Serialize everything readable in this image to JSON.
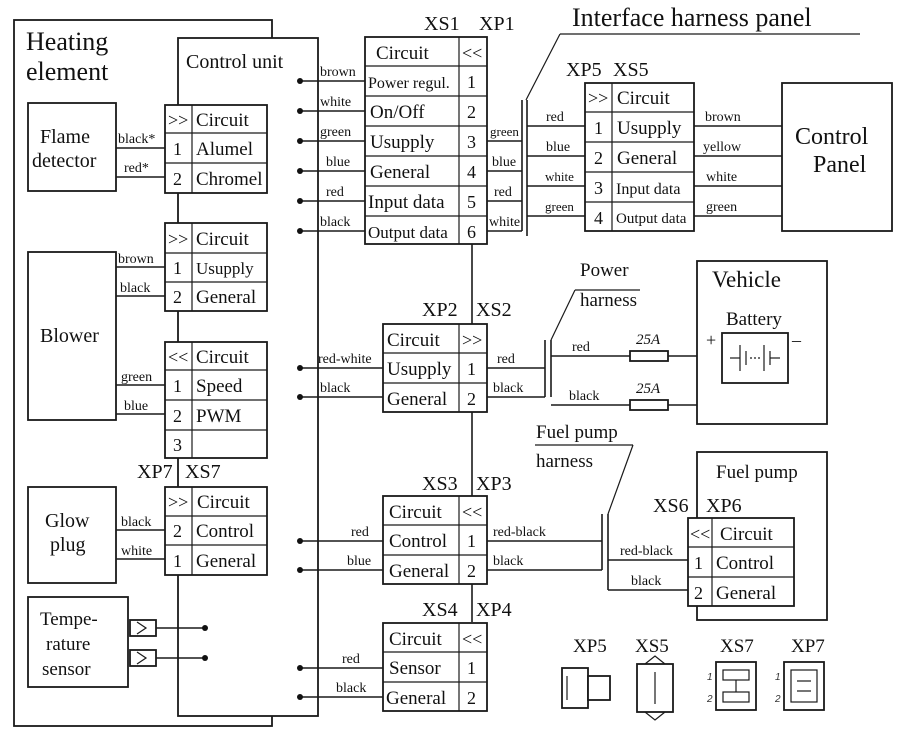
{
  "title": "Interface harness panel",
  "heating_element": {
    "line1": "Heating",
    "line2": "element"
  },
  "control_unit": "Control unit",
  "circuit": "Circuit",
  "xs1": "XS1",
  "xp1": "XP1",
  "xp5": "XP5",
  "xs5": "XS5",
  "xp2": "XP2",
  "xs2": "XS2",
  "xs3": "XS3",
  "xp3": "XP3",
  "xs4": "XS4",
  "xp4": "XP4",
  "xp7": "XP7",
  "xs7": "XS7",
  "xs6": "XS6",
  "xp6": "XP6",
  "xs1_rows": [
    {
      "label": "Power regul.",
      "pin": "1",
      "left": "brown",
      "right": ""
    },
    {
      "label": "On/Off",
      "pin": "2",
      "left": "white",
      "right": ""
    },
    {
      "label": "Usupply",
      "pin": "3",
      "left": "green",
      "right": "green"
    },
    {
      "label": "General",
      "pin": "4",
      "left": "blue",
      "right": "blue"
    },
    {
      "label": "Input data",
      "pin": "5",
      "left": "red",
      "right": "red"
    },
    {
      "label": "Output data",
      "pin": "6",
      "left": "black",
      "right": "white"
    }
  ],
  "xp5_rows": [
    {
      "pin": "1",
      "label": "Usupply",
      "left": "red",
      "right": "brown"
    },
    {
      "pin": "2",
      "label": "General",
      "left": "blue",
      "right": "yellow"
    },
    {
      "pin": "3",
      "label": "Input data",
      "left": "white",
      "right": "white"
    },
    {
      "pin": "4",
      "label": "Output data",
      "left": "green",
      "right": "green"
    }
  ],
  "control_panel": {
    "line1": "Control",
    "line2": "Panel"
  },
  "flame_detector": {
    "line1": "Flame",
    "line2": "detector"
  },
  "flame_rows": [
    {
      "pin": "1",
      "label": "Alumel",
      "wire": "black*"
    },
    {
      "pin": "2",
      "label": "Chromel",
      "wire": "red*"
    }
  ],
  "blower": "Blower",
  "blower_a_rows": [
    {
      "pin": "1",
      "label": "Usupply",
      "wire": "brown"
    },
    {
      "pin": "2",
      "label": "General",
      "wire": "black"
    }
  ],
  "blower_b_rows": [
    {
      "pin": "1",
      "label": "Speed",
      "wire": "green"
    },
    {
      "pin": "2",
      "label": "PWM",
      "wire": "blue"
    },
    {
      "pin": "3",
      "label": "",
      "wire": ""
    }
  ],
  "glow_plug": {
    "line1": "Glow",
    "line2": "plug"
  },
  "glow_rows": [
    {
      "pin": "2",
      "label": "Control",
      "wire": "black"
    },
    {
      "pin": "1",
      "label": "General",
      "wire": "white"
    }
  ],
  "temp_sensor": {
    "line1": "Tempe-",
    "line2": "rature",
    "line3": "sensor"
  },
  "xp2_rows": [
    {
      "label": "Usupply",
      "pin": "1",
      "left": "red-white",
      "right": "red"
    },
    {
      "label": "General",
      "pin": "2",
      "left": "black",
      "right": "black"
    }
  ],
  "power_harness": {
    "line1": "Power",
    "line2": "harness"
  },
  "vehicle": "Vehicle",
  "battery": "Battery",
  "battery_plus": "+",
  "battery_minus": "–",
  "fuse": "25A",
  "battery_wires": [
    "red",
    "black"
  ],
  "xs3_rows": [
    {
      "label": "Control",
      "pin": "1",
      "left": "red",
      "right": "red-black"
    },
    {
      "label": "General",
      "pin": "2",
      "left": "blue",
      "right": "black"
    }
  ],
  "fuel_pump_harness": {
    "line1": "Fuel pump",
    "line2": "harness"
  },
  "fuel_pump": "Fuel pump",
  "xs6_rows": [
    {
      "pin": "1",
      "label": "Control",
      "wire": "red-black"
    },
    {
      "pin": "2",
      "label": "General",
      "wire": "black"
    }
  ],
  "xs4_rows": [
    {
      "label": "Sensor",
      "pin": "1",
      "left": "red"
    },
    {
      "label": "General",
      "pin": "2",
      "left": "black"
    }
  ],
  "legend": {
    "xp5": "XP5",
    "xs5": "XS5",
    "xs7": "XS7",
    "xp7": "XP7",
    "pin1": "1",
    "pin2": "2"
  }
}
